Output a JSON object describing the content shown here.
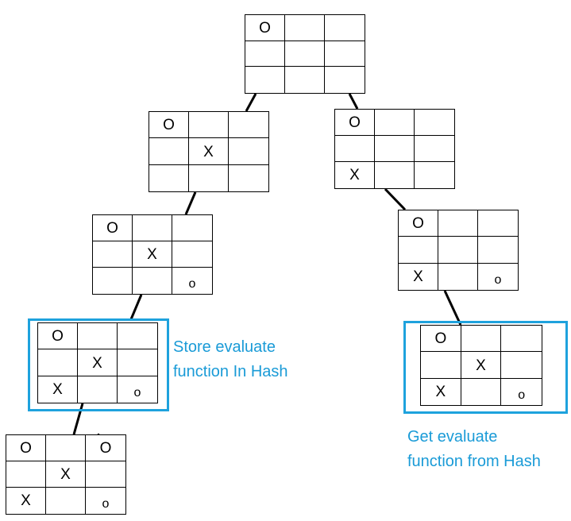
{
  "boards": [
    {
      "id": "root",
      "cells": [
        "O",
        "",
        "",
        "",
        "",
        "",
        "",
        "",
        ""
      ]
    },
    {
      "id": "l1",
      "cells": [
        "O",
        "",
        "",
        "",
        "X",
        "",
        "",
        "",
        ""
      ]
    },
    {
      "id": "r1",
      "cells": [
        "O",
        "",
        "",
        "",
        "",
        "",
        "X",
        "",
        ""
      ]
    },
    {
      "id": "l2",
      "cells": [
        "O",
        "",
        "",
        "",
        "X",
        "",
        "",
        "",
        "o"
      ]
    },
    {
      "id": "r2",
      "cells": [
        "O",
        "",
        "",
        "",
        "",
        "",
        "X",
        "",
        "o"
      ]
    },
    {
      "id": "l3",
      "cells": [
        "O",
        "",
        "",
        "",
        "X",
        "",
        "X",
        "",
        "o"
      ]
    },
    {
      "id": "r3",
      "cells": [
        "O",
        "",
        "",
        "",
        "X",
        "",
        "X",
        "",
        "o"
      ]
    },
    {
      "id": "l4",
      "cells": [
        "O",
        "",
        "O",
        "",
        "X",
        "",
        "X",
        "",
        "o"
      ]
    }
  ],
  "annotations": {
    "store_line1": "Store evaluate",
    "store_line2": "function In Hash",
    "get_line1": "Get evaluate",
    "get_line2": "function from Hash"
  },
  "colors": {
    "annotation": "#1a9bd7",
    "highlight": "#1ea2dd"
  }
}
